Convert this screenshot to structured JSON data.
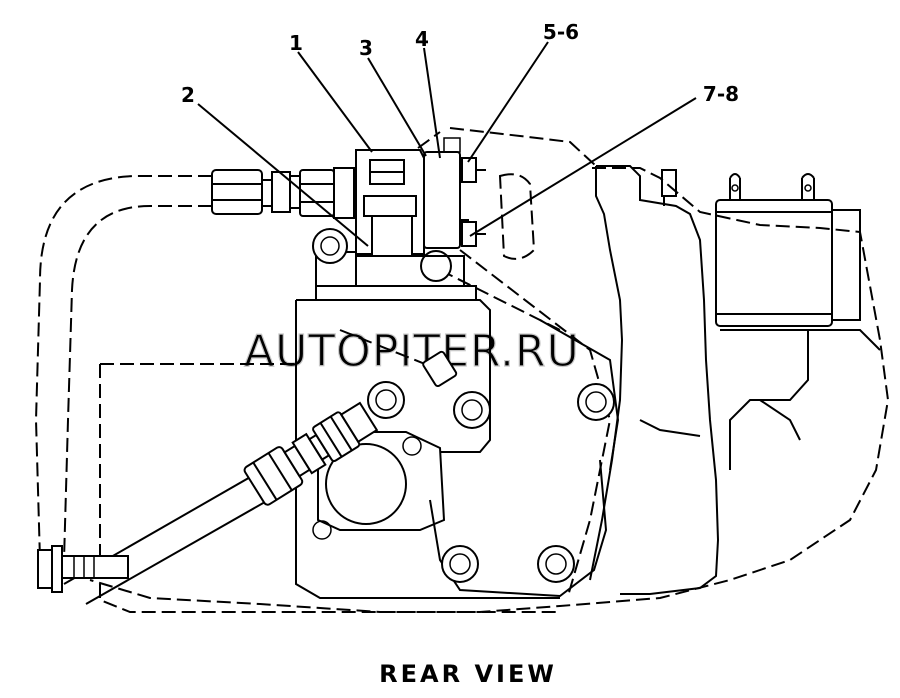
{
  "callouts": {
    "c1": "1",
    "c2": "2",
    "c3": "3",
    "c4": "4",
    "c5_6": "5-6",
    "c7_8": "7-8"
  },
  "caption": "REAR VIEW",
  "watermark": "AUTOPITER.RU"
}
